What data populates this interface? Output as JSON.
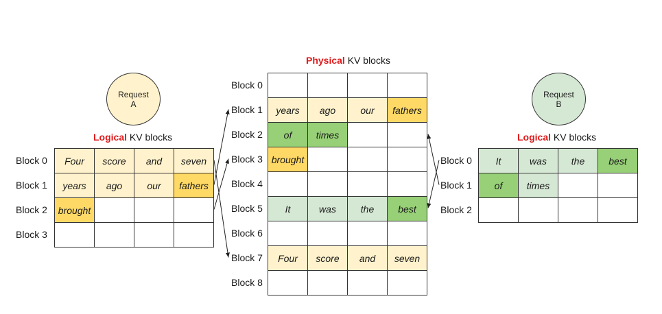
{
  "colors": {
    "yellow_light": "#fff2cc",
    "yellow_dark": "#ffd966",
    "green_light": "#d5e8d4",
    "green_dark": "#97d077",
    "accent_red": "#e0191a"
  },
  "request_a": {
    "line1": "Request",
    "line2": "A"
  },
  "request_b": {
    "line1": "Request",
    "line2": "B"
  },
  "physical": {
    "title_bold": "Physical",
    "title_rest": " KV blocks",
    "row_labels": [
      "Block 0",
      "Block 1",
      "Block 2",
      "Block 3",
      "Block 4",
      "Block 5",
      "Block 6",
      "Block 7",
      "Block 8"
    ],
    "cells": [
      [
        {
          "t": "",
          "c": ""
        },
        {
          "t": "",
          "c": ""
        },
        {
          "t": "",
          "c": ""
        },
        {
          "t": "",
          "c": ""
        }
      ],
      [
        {
          "t": "years",
          "c": "yl"
        },
        {
          "t": "ago",
          "c": "yl"
        },
        {
          "t": "our",
          "c": "yl"
        },
        {
          "t": "fathers",
          "c": "yd"
        }
      ],
      [
        {
          "t": "of",
          "c": "gd"
        },
        {
          "t": "times",
          "c": "gd"
        },
        {
          "t": "",
          "c": ""
        },
        {
          "t": "",
          "c": ""
        }
      ],
      [
        {
          "t": "brought",
          "c": "yd"
        },
        {
          "t": "",
          "c": ""
        },
        {
          "t": "",
          "c": ""
        },
        {
          "t": "",
          "c": ""
        }
      ],
      [
        {
          "t": "",
          "c": ""
        },
        {
          "t": "",
          "c": ""
        },
        {
          "t": "",
          "c": ""
        },
        {
          "t": "",
          "c": ""
        }
      ],
      [
        {
          "t": "It",
          "c": "gl"
        },
        {
          "t": "was",
          "c": "gl"
        },
        {
          "t": "the",
          "c": "gl"
        },
        {
          "t": "best",
          "c": "gd"
        }
      ],
      [
        {
          "t": "",
          "c": ""
        },
        {
          "t": "",
          "c": ""
        },
        {
          "t": "",
          "c": ""
        },
        {
          "t": "",
          "c": ""
        }
      ],
      [
        {
          "t": "Four",
          "c": "yl"
        },
        {
          "t": "score",
          "c": "yl"
        },
        {
          "t": "and",
          "c": "yl"
        },
        {
          "t": "seven",
          "c": "yl"
        }
      ],
      [
        {
          "t": "",
          "c": ""
        },
        {
          "t": "",
          "c": ""
        },
        {
          "t": "",
          "c": ""
        },
        {
          "t": "",
          "c": ""
        }
      ]
    ]
  },
  "logical_a": {
    "title_bold": "Logical",
    "title_rest": " KV blocks",
    "row_labels": [
      "Block 0",
      "Block 1",
      "Block 2",
      "Block 3"
    ],
    "cells": [
      [
        {
          "t": "Four",
          "c": "yl"
        },
        {
          "t": "score",
          "c": "yl"
        },
        {
          "t": "and",
          "c": "yl"
        },
        {
          "t": "seven",
          "c": "yl"
        }
      ],
      [
        {
          "t": "years",
          "c": "yl"
        },
        {
          "t": "ago",
          "c": "yl"
        },
        {
          "t": "our",
          "c": "yl"
        },
        {
          "t": "fathers",
          "c": "yd"
        }
      ],
      [
        {
          "t": "brought",
          "c": "yd"
        },
        {
          "t": "",
          "c": ""
        },
        {
          "t": "",
          "c": ""
        },
        {
          "t": "",
          "c": ""
        }
      ],
      [
        {
          "t": "",
          "c": ""
        },
        {
          "t": "",
          "c": ""
        },
        {
          "t": "",
          "c": ""
        },
        {
          "t": "",
          "c": ""
        }
      ]
    ]
  },
  "logical_b": {
    "title_bold": "Logical",
    "title_rest": " KV blocks",
    "row_labels": [
      "Block 0",
      "Block 1",
      "Block 2"
    ],
    "cells": [
      [
        {
          "t": "It",
          "c": "gl"
        },
        {
          "t": "was",
          "c": "gl"
        },
        {
          "t": "the",
          "c": "gl"
        },
        {
          "t": "best",
          "c": "gd"
        }
      ],
      [
        {
          "t": "of",
          "c": "gd"
        },
        {
          "t": "times",
          "c": "gl"
        },
        {
          "t": "",
          "c": ""
        },
        {
          "t": "",
          "c": ""
        }
      ],
      [
        {
          "t": "",
          "c": ""
        },
        {
          "t": "",
          "c": ""
        },
        {
          "t": "",
          "c": ""
        },
        {
          "t": "",
          "c": ""
        }
      ]
    ]
  },
  "mappings_a": [
    {
      "from": 0,
      "to": 7
    },
    {
      "from": 1,
      "to": 1
    },
    {
      "from": 2,
      "to": 3
    }
  ],
  "mappings_b": [
    {
      "from": 0,
      "to": 5
    },
    {
      "from": 1,
      "to": 2
    }
  ]
}
